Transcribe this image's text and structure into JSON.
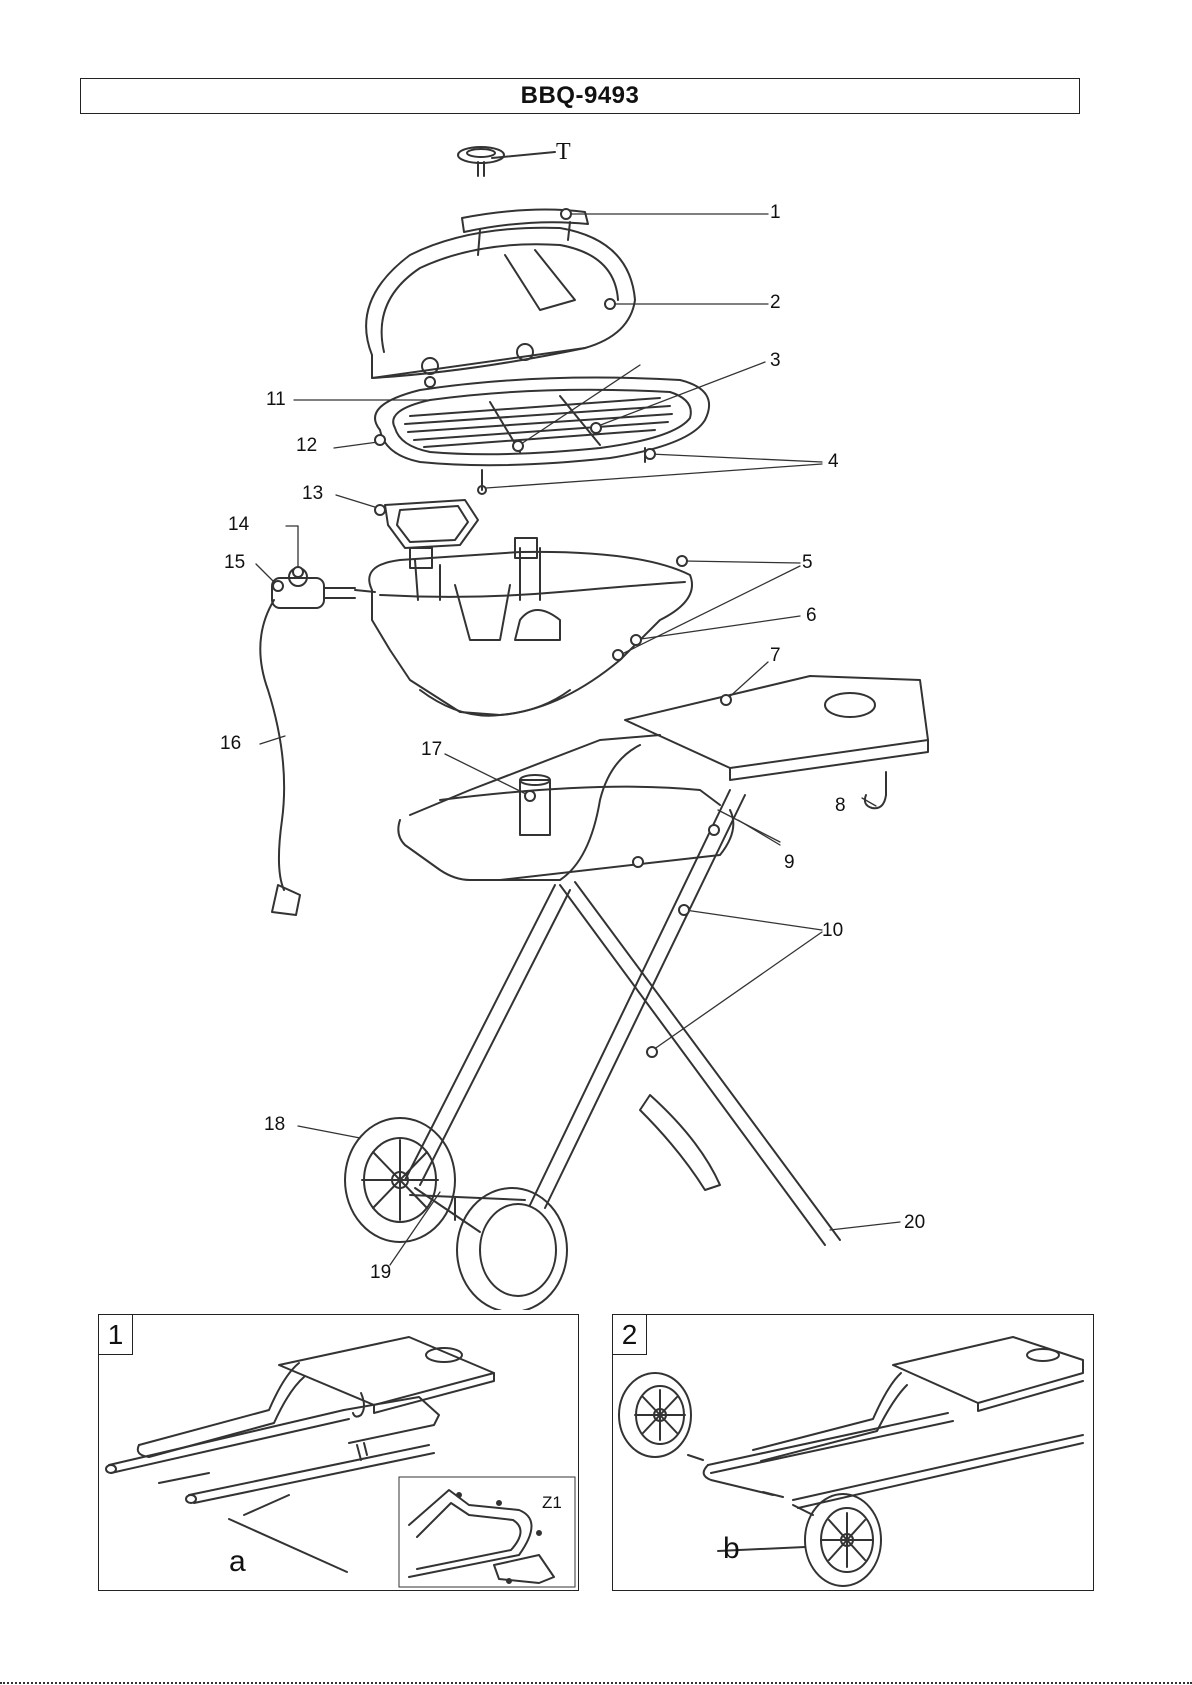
{
  "header": {
    "title": "BBQ-9493"
  },
  "thermometer_label": "T",
  "callouts": {
    "c1": "1",
    "c2": "2",
    "c3": "3",
    "c4": "4",
    "c5": "5",
    "c6": "6",
    "c7": "7",
    "c8": "8",
    "c9": "9",
    "c10": "10",
    "c11": "11",
    "c12": "12",
    "c13": "13",
    "c14": "14",
    "c15": "15",
    "c16": "16",
    "c17": "17",
    "c18": "18",
    "c19": "19",
    "c20": "20"
  },
  "panel1": {
    "number": "1",
    "part_label": "a",
    "inset_label": "Z1"
  },
  "panel2": {
    "number": "2",
    "part_label": "b"
  }
}
